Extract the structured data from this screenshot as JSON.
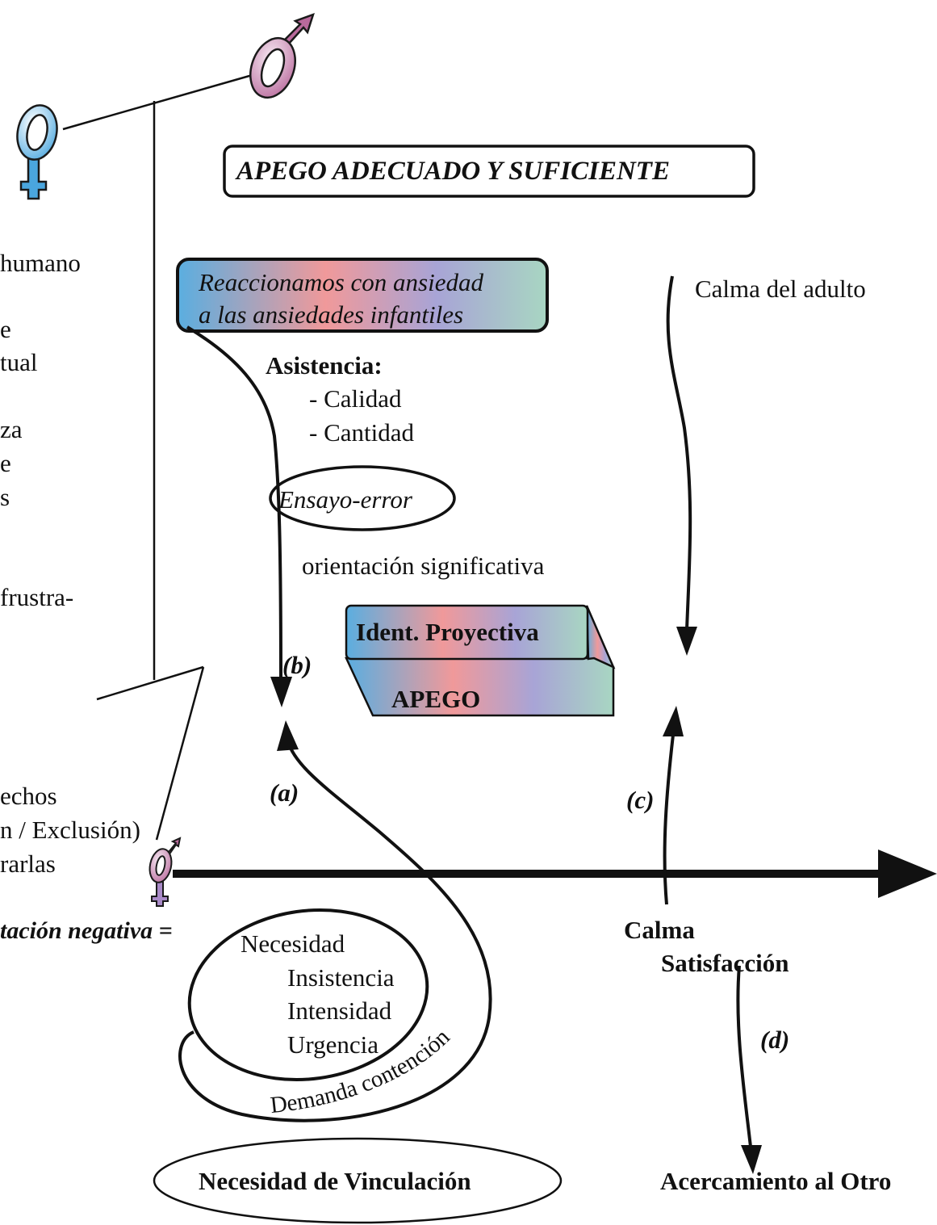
{
  "title": "APEGO ADECUADO Y SUFICIENTE",
  "gradient_colors": [
    "#5aaee0",
    "#f0999a",
    "#a8a4d6",
    "#a8d6c2"
  ],
  "left_fragments": [
    "humano",
    "e",
    "tual",
    "za",
    "e",
    "s",
    "frustra-",
    "echos",
    "n / Exclusión)",
    "rarlas",
    "tación negativa ="
  ],
  "anxiety_box": {
    "line1": "Reaccionamos con ansiedad",
    "line2": "a las ansiedades infantiles"
  },
  "asistencia": {
    "heading": "Asistencia:",
    "items": [
      "- Calidad",
      "- Cantidad"
    ]
  },
  "ensayo_error": "Ensayo-error",
  "orientacion": "orientación significativa",
  "ident_box": {
    "top": "Ident. Proyectiva",
    "bottom": "APEGO"
  },
  "calma_adulto": "Calma del adulto",
  "labels": {
    "a": "(a)",
    "b": "(b)",
    "c": "(c)",
    "d": "(d)"
  },
  "needs": {
    "head": "Necesidad",
    "items": [
      "Insistencia",
      "Intensidad",
      "Urgencia"
    ]
  },
  "demanda": "Demanda contención",
  "calma": "Calma",
  "satisfaccion": "Satisfacción",
  "vinculacion": "Necesidad de Vinculación",
  "acercamiento": "Acercamiento al Otro"
}
